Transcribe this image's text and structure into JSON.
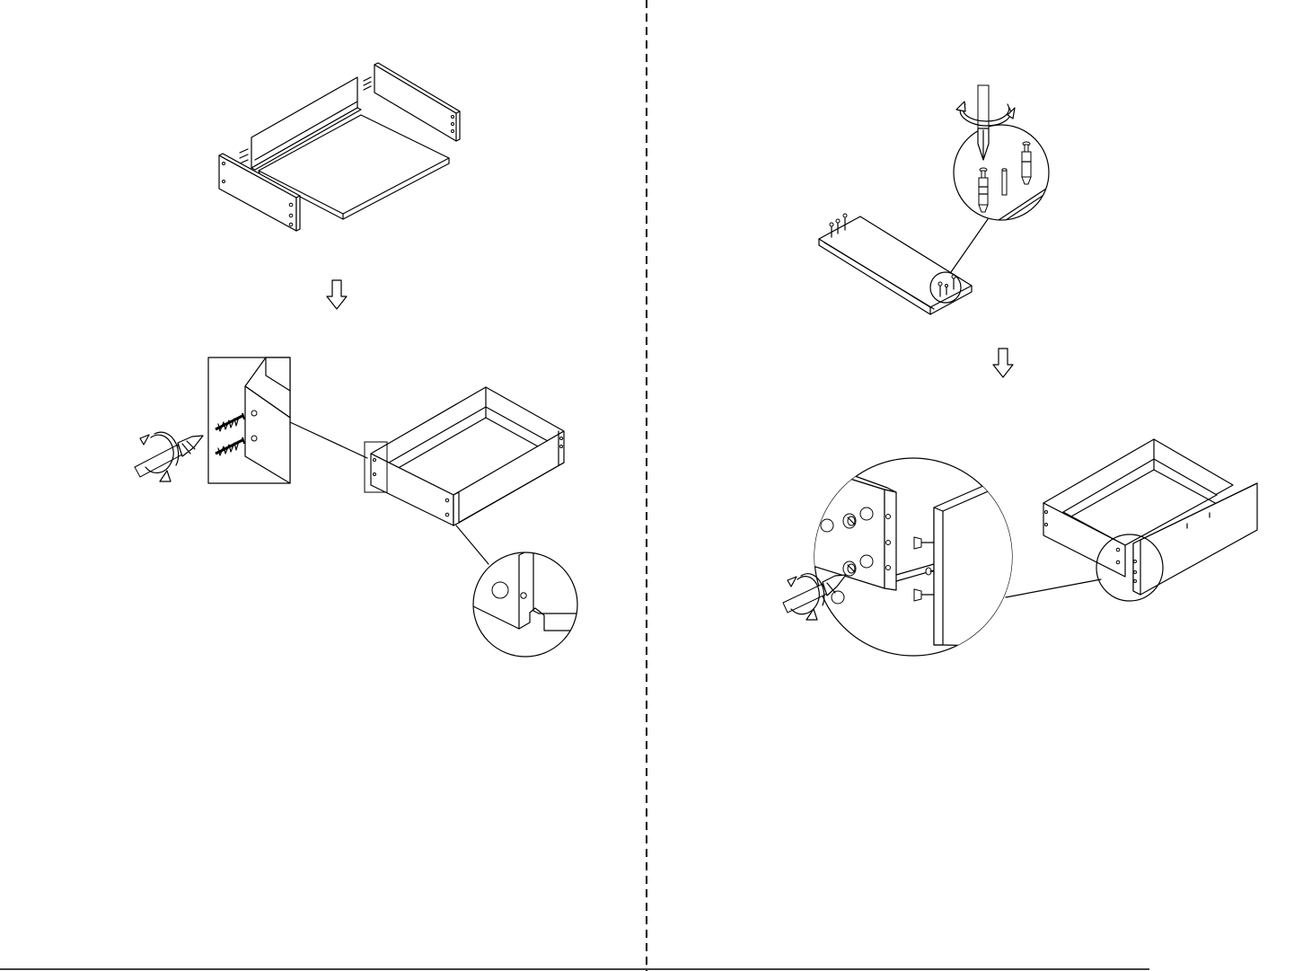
{
  "sheet": {
    "panels": [
      {
        "id": "left",
        "steps": [
          {
            "id": "insert-bottom-panel",
            "figure": "drawer-sides-and-bottom-exploded"
          },
          {
            "id": "screw-front-panel",
            "figure": "drawer-box-screwed"
          }
        ],
        "arrow_icon": "down-arrow-icon",
        "tool_icon": "screwdriver-icon"
      },
      {
        "id": "right",
        "steps": [
          {
            "id": "install-cam-bolts-and-dowels",
            "figure": "back-panel-with-fittings"
          },
          {
            "id": "lock-cams-into-drawer-box",
            "figure": "drawer-box-cam-locked"
          }
        ],
        "arrow_icon": "down-arrow-icon",
        "tool_icon": "screwdriver-icon"
      }
    ],
    "divider": "dashed-vertical",
    "colors": {
      "line": "#000000",
      "background": "#ffffff"
    }
  }
}
